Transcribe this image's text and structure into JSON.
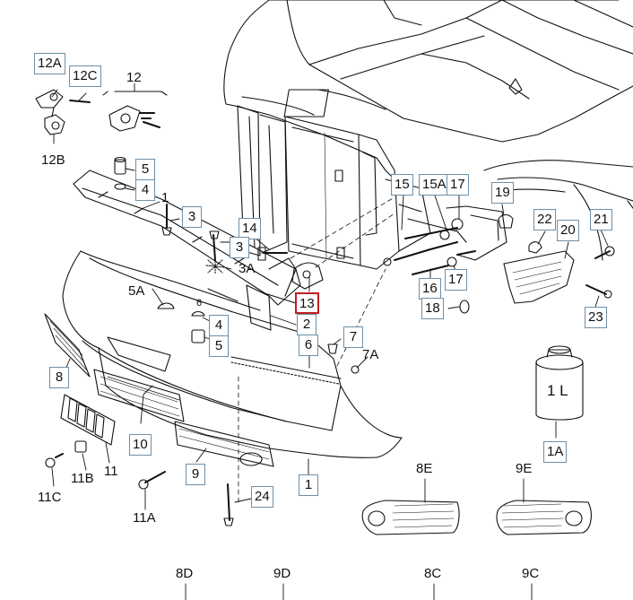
{
  "colors": {
    "box_border": "#6e8fa8",
    "highlight_border": "#c0201e",
    "line": "#111111"
  },
  "container_label": "1 L",
  "callouts": {
    "c12A": "12A",
    "c12C": "12C",
    "c12": "12",
    "c12B": "12B",
    "c5a": "5",
    "c4a": "4",
    "c1a": "1",
    "c3a": "3",
    "c14": "14",
    "c3b": "3",
    "c3A": "3A",
    "c5A": "5A",
    "c13": "13",
    "c2": "2",
    "c4b": "4",
    "c5b": "5",
    "c6a": "6",
    "c6": "6",
    "c7": "7",
    "c7A": "7A",
    "c8": "8",
    "c10": "10",
    "c11": "11",
    "c11B": "11B",
    "c11C": "11C",
    "c9": "9",
    "c11A": "11A",
    "c24": "24",
    "c1b": "1",
    "c15": "15",
    "c15A": "15A",
    "c17a": "17",
    "c19": "19",
    "c22": "22",
    "c20": "20",
    "c21": "21",
    "c16": "16",
    "c17b": "17",
    "c18": "18",
    "c23": "23",
    "c1A": "1A",
    "c8E": "8E",
    "c9E": "9E",
    "c8D": "8D",
    "c9D": "9D",
    "c8C": "8C",
    "c9C": "9C"
  }
}
